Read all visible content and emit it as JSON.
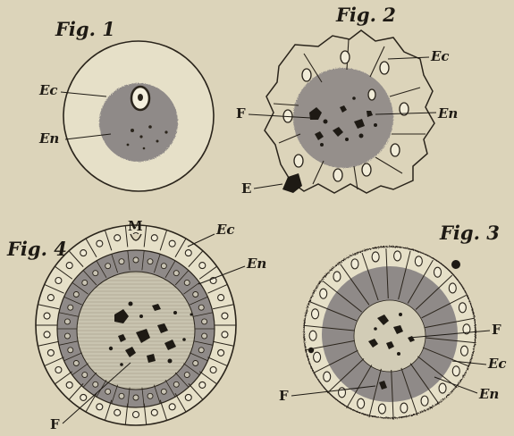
{
  "figures": {
    "fig1": {
      "title": "Fig. 1",
      "labels": {
        "ec": "Ec",
        "en": "En"
      }
    },
    "fig2": {
      "title": "Fig. 2",
      "labels": {
        "ec": "Ec",
        "en": "En",
        "f": "F",
        "e": "E"
      }
    },
    "fig3": {
      "title": "Fig. 3",
      "labels": {
        "f1": "F",
        "ec": "Ec",
        "en": "En",
        "f2": "F"
      }
    },
    "fig4": {
      "title": "Fig. 4",
      "labels": {
        "m": "M",
        "ec": "Ec",
        "en": "En",
        "f": "F"
      }
    }
  },
  "colors": {
    "paper": "#dcd4ba",
    "ink": "#1e1a14",
    "endoderm": "#8f8a88",
    "lumen": "#c9c4b0"
  }
}
